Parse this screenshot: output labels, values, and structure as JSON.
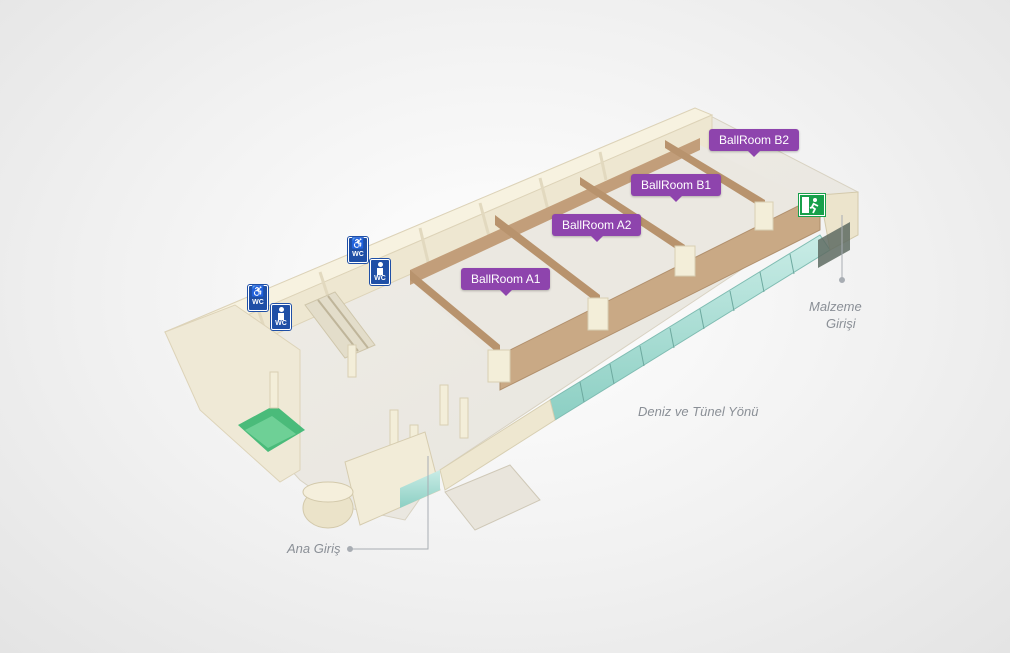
{
  "colors": {
    "ballroom_tag": "#8e44ad",
    "wall": "#f2ecd8",
    "floor": "#ece9e2",
    "partition": "#b8936d",
    "glass": "#9fd8cf",
    "wc_blue": "#1f4fa6",
    "exit_green": "#18a04a",
    "label_gray": "#8a8f96"
  },
  "ballrooms": [
    {
      "id": "a1",
      "label": "BallRoom A1"
    },
    {
      "id": "a2",
      "label": "BallRoom A2"
    },
    {
      "id": "b1",
      "label": "BallRoom B1"
    },
    {
      "id": "b2",
      "label": "BallRoom B2"
    }
  ],
  "labels": {
    "main_entrance": "Ana Giriş",
    "sea_direction": "Deniz ve Tünel Yönü",
    "material_entrance_line1": "Malzeme",
    "material_entrance_line2": "Girişi"
  },
  "icons": {
    "wc_accessible": "wheelchair-wc-icon",
    "wc_men": "men-wc-icon",
    "emergency_exit": "emergency-exit-icon"
  },
  "wc_text": "WC"
}
